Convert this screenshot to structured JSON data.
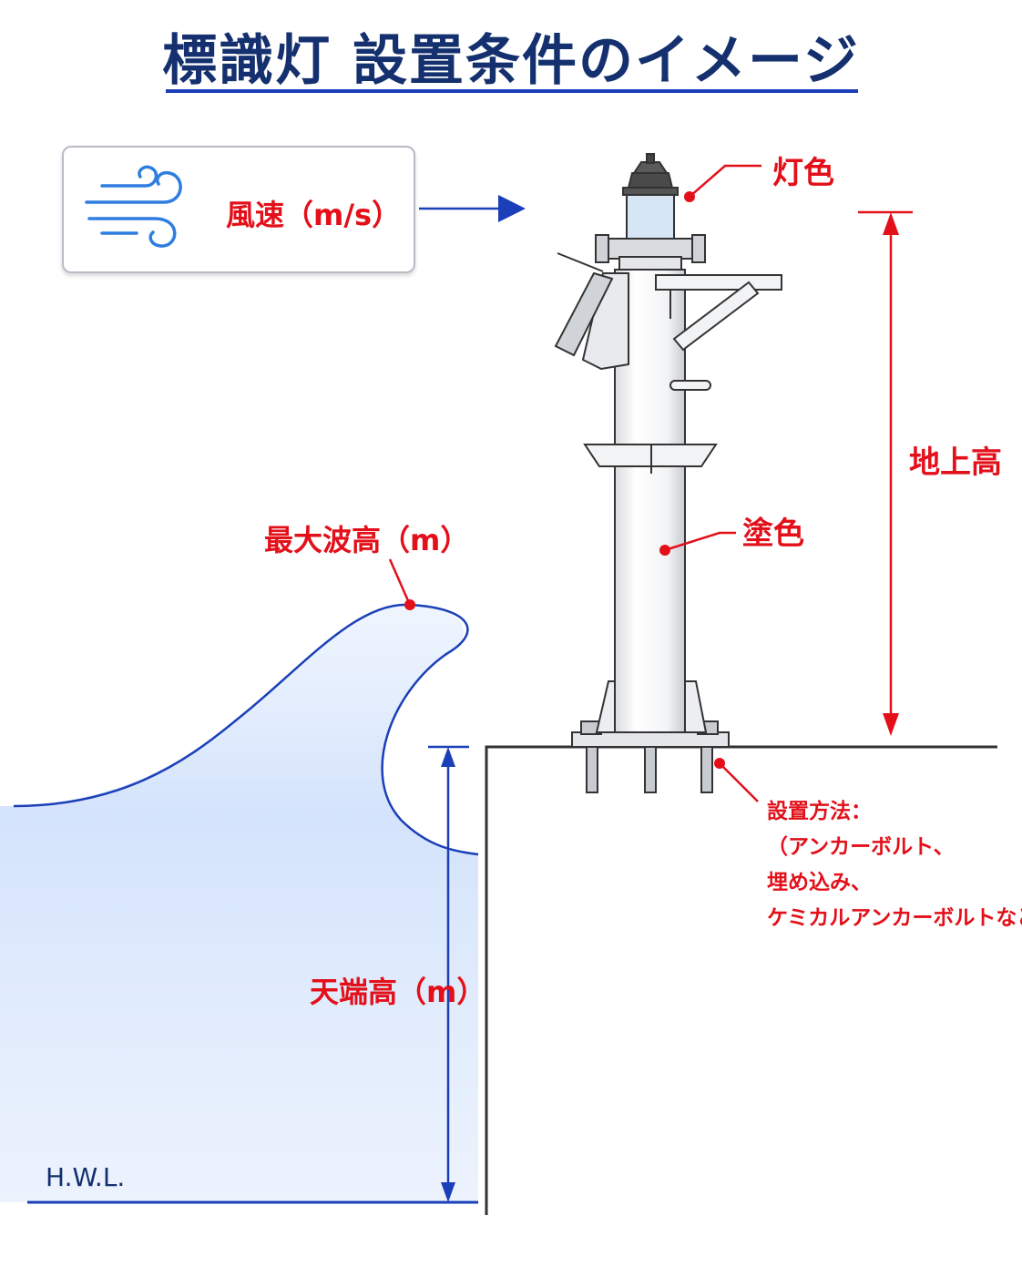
{
  "title": "標識灯 設置条件のイメージ",
  "labels": {
    "wind_speed": "風速（m/s）",
    "light_color": "灯色",
    "ground_height": "地上高",
    "paint_color": "塗色",
    "max_wave_height": "最大波高（m）",
    "crown_height": "天端高（m）",
    "install_method": [
      "設置方法：",
      "（アンカーボルト、",
      "埋め込み、",
      "ケミカルアンカーボルトなど）"
    ],
    "hwl": "H.W.L."
  },
  "colors": {
    "title": "#14306e",
    "accent_red": "#e3101a",
    "accent_blue": "#1a3fb8",
    "water": "#cfe0fb"
  },
  "icons": [
    "wind-icon"
  ]
}
